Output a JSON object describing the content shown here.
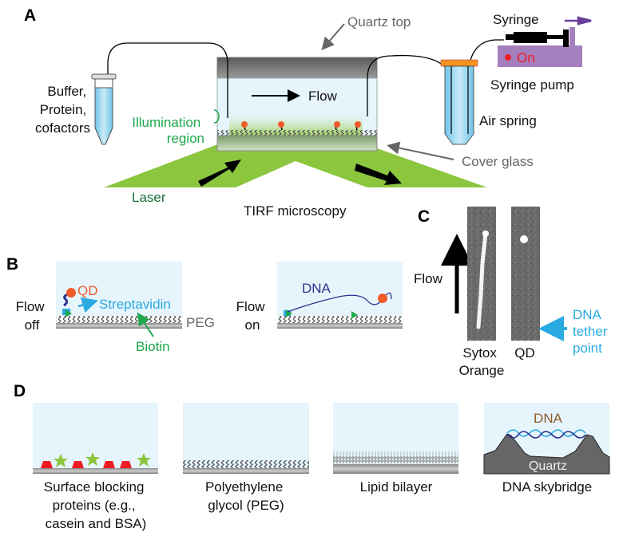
{
  "figure": {
    "panels": {
      "A": {
        "label": "A",
        "reservoir_label": [
          "Buffer,",
          "Protein,",
          "cofactors"
        ],
        "illumination_label": [
          "Illumination",
          "region"
        ],
        "flow_label": "Flow",
        "quartz_top_label": "Quartz top",
        "cover_glass_label": "Cover glass",
        "laser_label": "Laser",
        "tirf_label": "TIRF microscopy",
        "air_spring_label": "Air spring",
        "syringe_label": "Syringe",
        "syringe_pump_label": "Syringe pump",
        "pump_status_label": "On"
      },
      "B": {
        "label": "B",
        "flow_off_label": [
          "Flow",
          "off"
        ],
        "flow_on_label": [
          "Flow",
          "on"
        ],
        "qd_label": "QD",
        "streptavidin_label": "Streptavidin",
        "biotin_label": "Biotin",
        "peg_label": "PEG",
        "dna_label": "DNA"
      },
      "C": {
        "label": "C",
        "flow_label": "Flow",
        "image_labels": [
          [
            "Sytox",
            "Orange"
          ],
          [
            "QD"
          ]
        ],
        "tether_label": [
          "DNA",
          "tether",
          "point"
        ]
      },
      "D": {
        "label": "D",
        "surfaces": [
          {
            "caption": [
              "Surface blocking",
              "proteins (e.g.,",
              "casein and BSA)"
            ]
          },
          {
            "caption": [
              "Polyethylene",
              "glycol (PEG)"
            ]
          },
          {
            "caption": [
              "Lipid bilayer"
            ]
          },
          {
            "caption": [
              "DNA skybridge"
            ],
            "dna_label": "DNA",
            "quartz_label": "Quartz"
          }
        ]
      }
    },
    "colors": {
      "buffer_blue": "#e6f4fb",
      "laser_green": "#8cc63f",
      "illum_green": "#1ea84b",
      "laser_text": "#1d6e3c",
      "qd_orange": "#f15a29",
      "strep_blue": "#29abe2",
      "dna_navy": "#2e3192",
      "pump_purple": "#a57fbd",
      "arrow_purple": "#6a3d9a",
      "red_dot": "#ed1c24",
      "cap_orange": "#f7931e",
      "grey_label": "#666666",
      "dna_brown": "#8b5a2b"
    }
  }
}
